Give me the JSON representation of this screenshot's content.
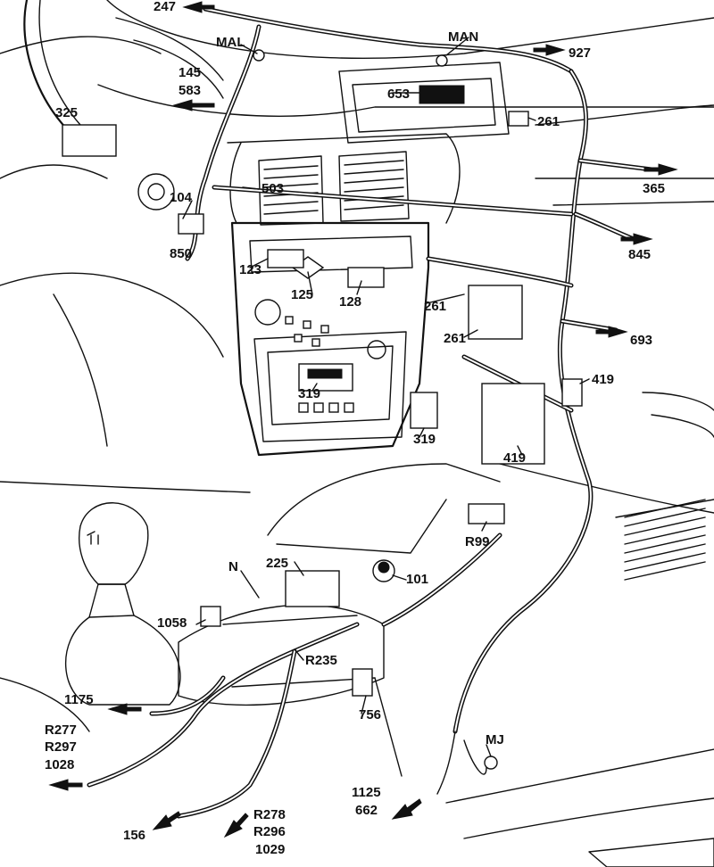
{
  "labels": {
    "l247": "247",
    "lMAL": "MAL",
    "lMAN": "MAN",
    "l927": "927",
    "l145": "145",
    "l583": "583",
    "l653": "653",
    "l261a": "261",
    "l325": "325",
    "l365": "365",
    "l104": "104",
    "l503": "503",
    "l850": "850",
    "l845": "845",
    "l123": "123",
    "l125": "125",
    "l128": "128",
    "l261b": "261",
    "l261c": "261",
    "l693": "693",
    "l419a": "419",
    "l319a": "319",
    "l319b": "319",
    "l419b": "419",
    "lR99": "R99",
    "lN": "N",
    "l225": "225",
    "l101": "101",
    "l1058": "1058",
    "lR235": "R235",
    "l1175": "1175",
    "l756": "756",
    "lR277": "R277",
    "lR297": "R297",
    "l1028": "1028",
    "lMJ": "MJ",
    "l1125": "1125",
    "l662": "662",
    "l156": "156",
    "lR278": "R278",
    "lR296": "R296",
    "l1029": "1029"
  }
}
